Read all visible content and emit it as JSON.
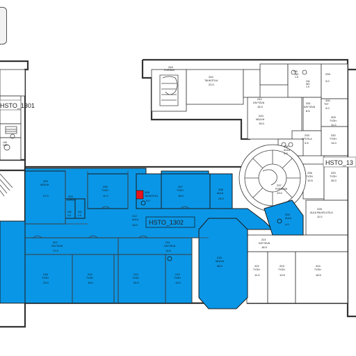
{
  "zones": {
    "left": "HSTO_1301",
    "center": "HSTO_1302",
    "right": "HSTO_13"
  },
  "rooms": {
    "r244": {
      "num": "244",
      "name": "TAUKOTILA",
      "area": "22.0"
    },
    "r245": {
      "num": "245",
      "name": "PORRAS",
      "area": ""
    },
    "r243": {
      "num": "243",
      "name": "NEUVH",
      "area": "15.0"
    },
    "r242": {
      "num": "242",
      "name": "KÄYTÄVÄ",
      "area": "15.0"
    },
    "r240": {
      "num": "240",
      "name": "WC",
      "area": "1.5"
    },
    "r241": {
      "num": "241",
      "name": "WC",
      "area": "1.9"
    },
    "r239": {
      "num": "239",
      "name": "",
      "area": "3.0"
    },
    "r238": {
      "num": "238",
      "name": "AULA",
      "area": "4.0"
    },
    "r233": {
      "num": "233",
      "name": "APUTILA",
      "area": "4.5"
    },
    "r330": {
      "num": "330",
      "name": "TST",
      "area": "3.0"
    },
    "r331": {
      "num": "331",
      "name": "KÄYTÄVÄ",
      "area": "8.5"
    },
    "r325": {
      "num": "325",
      "name": "TYÖH",
      "area": "11.0"
    },
    "r332": {
      "num": "332",
      "name": "TYÖH",
      "area": "14.0"
    },
    "r236": {
      "num": "236",
      "name": "TYÖH",
      "area": "10.5"
    },
    "r220": {
      "num": "220",
      "name": "TYÖH",
      "area": "26.0"
    },
    "r237": {
      "num": "237",
      "name": "PORRASH",
      "area": "23.0"
    },
    "r228": {
      "num": "228",
      "name": "AULA PALVELUTILA",
      "area": "11.0"
    },
    "r221": {
      "num": "221",
      "name": "KÄYTÄVÄ",
      "area": "18.5"
    },
    "r222": {
      "num": "222",
      "name": "TYÖH",
      "area": "11.0"
    },
    "r223": {
      "num": "223",
      "name": "TYÖH",
      "area": "13.5"
    },
    "r224": {
      "num": "224",
      "name": "TYÖH",
      "area": "18.5"
    },
    "r203": {
      "num": "203",
      "name": "KOPIO",
      "area": ""
    },
    "r204": {
      "num": "204",
      "name": "NEUVH",
      "area": "27.0"
    },
    "r205": {
      "num": "205",
      "name": "TYÖH",
      "area": "11.0"
    },
    "r206": {
      "num": "206",
      "name": "TAUKOTILA",
      "area": "9.0"
    },
    "r207": {
      "num": "207",
      "name": "TYÖH",
      "area": "18.0"
    },
    "r208": {
      "num": "208",
      "name": "AULA",
      "area": "24.0"
    },
    "r202": {
      "num": "202",
      "name": "",
      "area": "2.5"
    },
    "r201": {
      "num": "201",
      "name": "",
      "area": "2.0"
    },
    "r212": {
      "num": "212",
      "name": "AULA",
      "area": "43.0"
    },
    "r209": {
      "num": "209",
      "name": "AULA",
      "area": "4.0"
    },
    "r207b": {
      "num": "207",
      "name": "KÄYTÄVÄ",
      "area": "17.5"
    },
    "r211": {
      "num": "211",
      "name": "KÄYTÄVÄ",
      "area": "10.5"
    },
    "r218": {
      "num": "218",
      "name": "NEUVH",
      "area": "38.0"
    },
    "r216": {
      "num": "216",
      "name": "TYÖH",
      "area": "23.0"
    },
    "r215": {
      "num": "215",
      "name": "TYÖH",
      "area": "15.0"
    },
    "r214": {
      "num": "214",
      "name": "TYÖH",
      "area": "24.0"
    },
    "r213": {
      "num": "213",
      "name": "TYÖH",
      "area": "13.0"
    },
    "r199": {
      "num": "199",
      "name": "VAR",
      "area": ""
    }
  },
  "colors": {
    "selected_room": "#0a96e6",
    "highlight": "#e8141c"
  }
}
